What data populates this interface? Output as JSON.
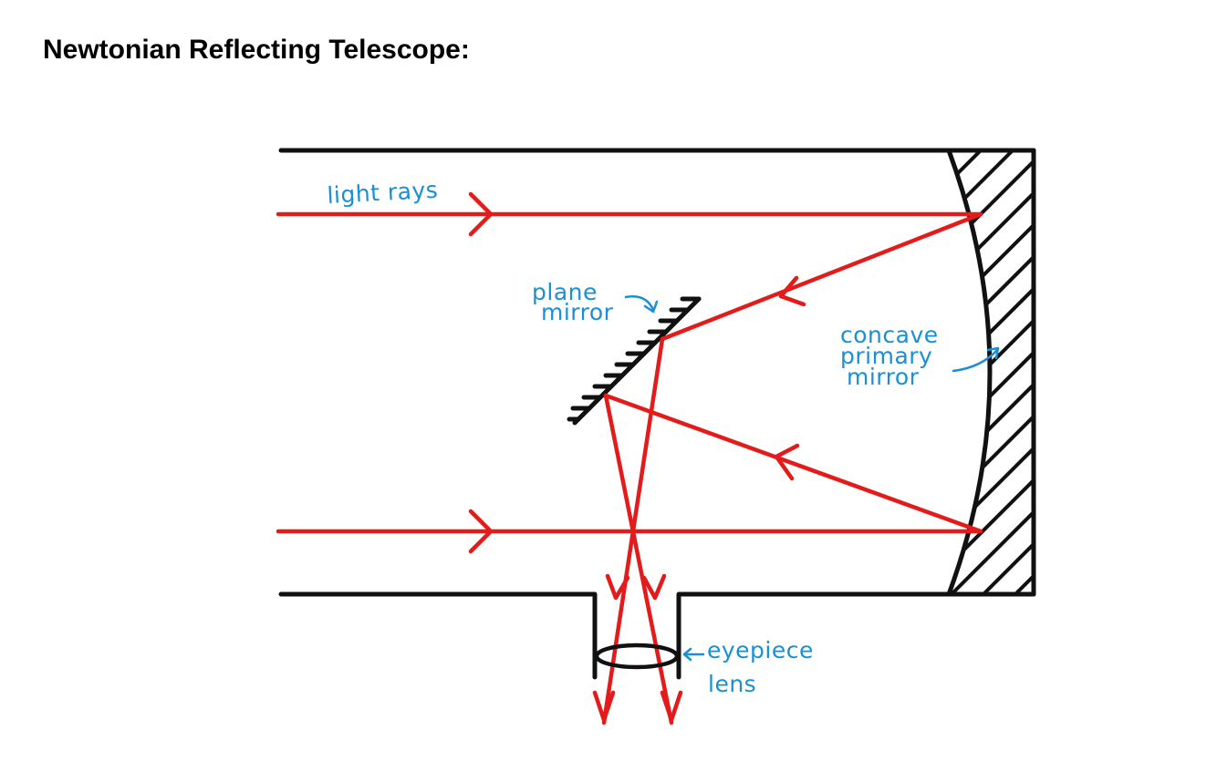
{
  "title": "Newtonian Reflecting Telescope:",
  "labels": {
    "light_rays": "light rays",
    "plane_mirror_line1": "plane",
    "plane_mirror_line2": "mirror",
    "primary_line1": "concave",
    "primary_line2": "primary",
    "primary_line3": "mirror",
    "eyepiece_line1": "eyepiece",
    "eyepiece_line2": "lens"
  },
  "colors": {
    "tube": "#111111",
    "ray": "#e31b1b",
    "label": "#1a8fd6"
  }
}
